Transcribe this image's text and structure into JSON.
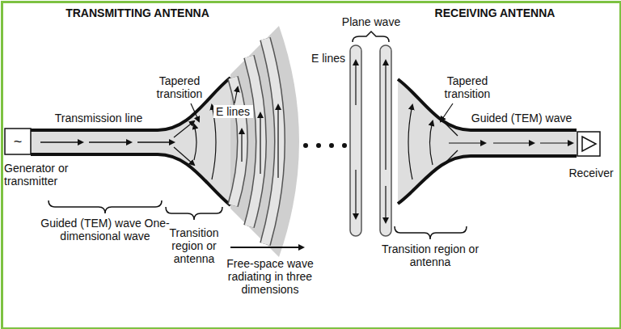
{
  "diagram": {
    "nodes": [
      {
        "text": [
          "~",
          "Generator or transmitter"
        ]
      },
      {
        "text": [
          "Receiver"
        ]
      }
    ],
    "labels": [
      "TRANSMITTING ANTENNA",
      "RECEIVING ANTENNA",
      "Plane wave",
      "Tapered transition",
      "E lines",
      "E lines",
      "Tapered transition",
      "Transmission line",
      "Guided (TEM) wave",
      "Guided (TEM) wave One-dimensional wave",
      "Transition region or antenna",
      "Free-space wave radiating in three dimensions",
      "Transition region or antenna"
    ]
  }
}
